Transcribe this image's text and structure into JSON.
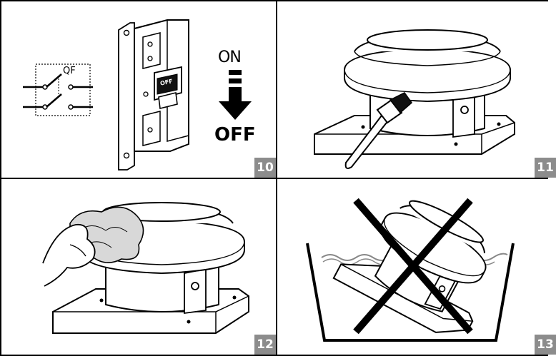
{
  "panels": [
    {
      "number": "10"
    },
    {
      "number": "11"
    },
    {
      "number": "12"
    },
    {
      "number": "13"
    }
  ],
  "switch_diagram": {
    "device_label": "QF",
    "breaker_label": "OFF",
    "on_label": "ON",
    "off_label": "OFF"
  },
  "colors": {
    "line": "#000000",
    "badge": "#8c8c8c",
    "cross": "#000000",
    "water": "#888888"
  }
}
